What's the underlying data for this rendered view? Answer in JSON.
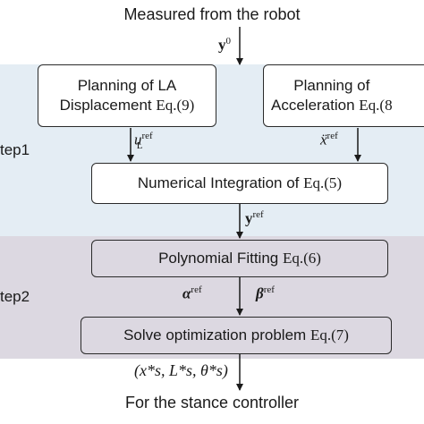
{
  "top_label": "Measured from the robot",
  "bottom_label": "For the stance controller",
  "bands": [
    {
      "label": "tep1"
    },
    {
      "label": "tep2"
    }
  ],
  "boxes": {
    "planning_la": {
      "line1": "Planning of LA",
      "line2": "Displacement",
      "eq": "Eq.(9)"
    },
    "planning_acc": {
      "line1": "Planning of",
      "line2": "Acceleration",
      "eq": "Eq.(8"
    },
    "numerical_integration": {
      "text": "Numerical Integration of",
      "eq": "Eq.(5)"
    },
    "polynomial_fitting": {
      "text": "Polynomial Fitting",
      "eq": "Eq.(6)"
    },
    "solve_optimization": {
      "text": "Solve optimization problem",
      "eq": "Eq.(7)"
    }
  },
  "signals": {
    "y0": {
      "base": "y",
      "sup": "0"
    },
    "uL_ref": {
      "base": "u",
      "sub": "L",
      "sup": "ref"
    },
    "xdd_ref": {
      "base": "ẍ",
      "sup": "ref"
    },
    "y_ref": {
      "base": "y",
      "sup": "ref"
    },
    "alpha_ref": {
      "base": "α",
      "sup": "ref"
    },
    "beta_ref": {
      "base": "β",
      "sup": "ref"
    },
    "output": "(x*s, L*s, θ*s)"
  }
}
